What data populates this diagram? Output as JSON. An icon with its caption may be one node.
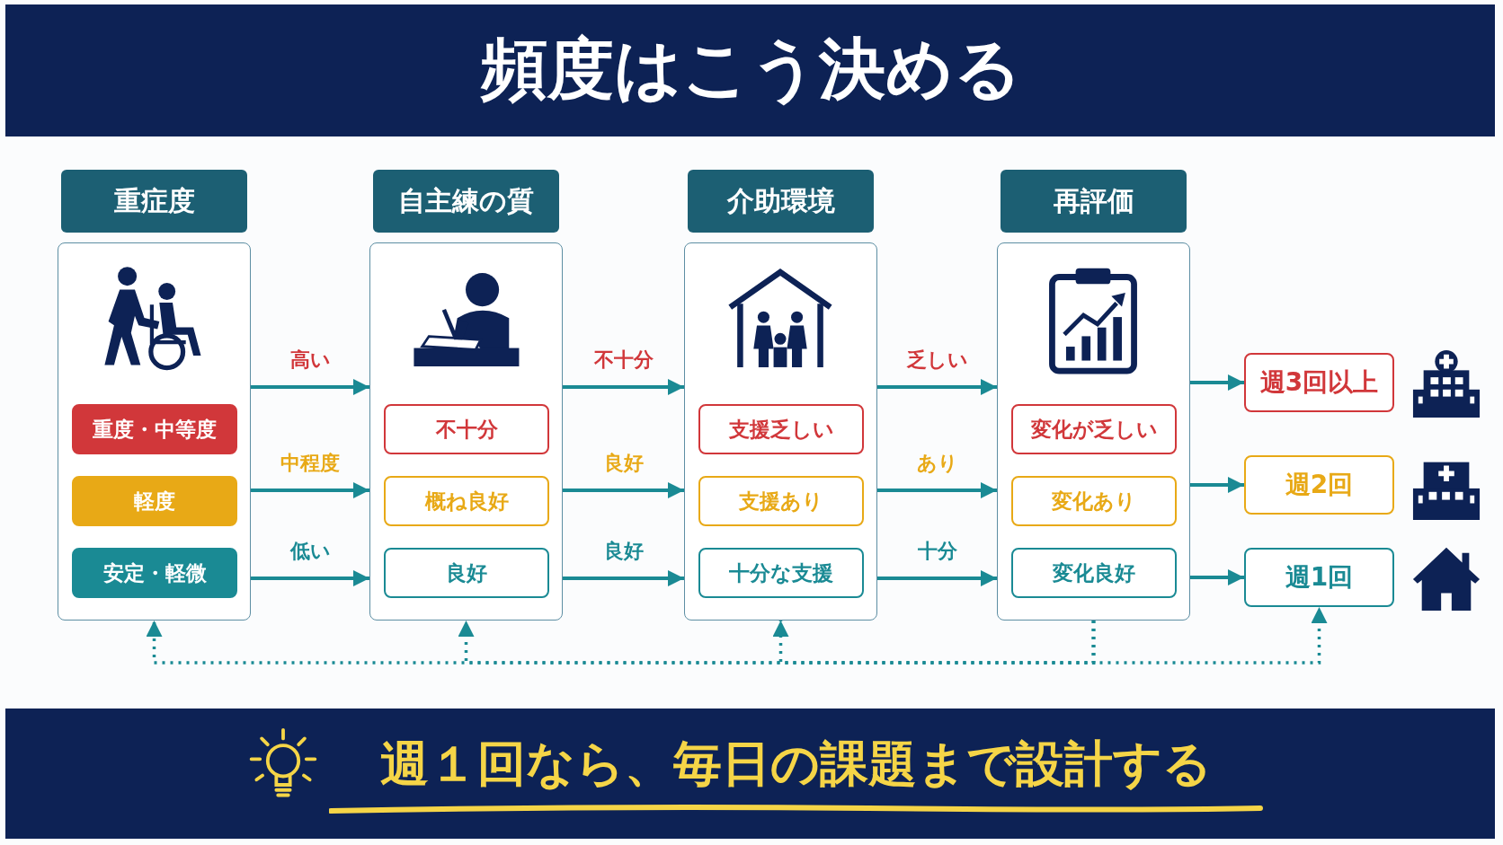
{
  "diagram": {
    "title": "頻度はこう決める",
    "caption": "週１回なら、毎日の課題まで設計する",
    "nodes": [
      {
        "text": [
          "重症度"
        ]
      },
      {
        "text": [
          "重度・中等度"
        ],
        "in": 0
      },
      {
        "text": [
          "軽度"
        ],
        "in": 0
      },
      {
        "text": [
          "安定・軽微"
        ],
        "in": 0
      },
      {
        "text": [
          "自主練の質"
        ]
      },
      {
        "text": [
          "不十分"
        ],
        "in": 4
      },
      {
        "text": [
          "概ね良好"
        ],
        "in": 4
      },
      {
        "text": [
          "良好"
        ],
        "in": 4
      },
      {
        "text": [
          "介助環境"
        ]
      },
      {
        "text": [
          "支援乏しい"
        ],
        "in": 8
      },
      {
        "text": [
          "支援あり"
        ],
        "in": 8
      },
      {
        "text": [
          "十分な支援"
        ],
        "in": 8
      },
      {
        "text": [
          "再評価"
        ]
      },
      {
        "text": [
          "変化が乏しい"
        ],
        "in": 12
      },
      {
        "text": [
          "変化あり"
        ],
        "in": 12
      },
      {
        "text": [
          "変化良好"
        ],
        "in": 12
      },
      {
        "text": [
          "週3回以上"
        ]
      },
      {
        "text": [
          "週2回"
        ]
      },
      {
        "text": [
          "週1回"
        ]
      }
    ],
    "edges": [
      {
        "from": 0,
        "to": 4,
        "arrow": "to",
        "label": "高い"
      },
      {
        "from": 0,
        "to": 4,
        "arrow": "to",
        "label": "中程度"
      },
      {
        "from": 0,
        "to": 4,
        "arrow": "to",
        "label": "低い"
      },
      {
        "from": 4,
        "to": 8,
        "arrow": "to",
        "label": "不十分"
      },
      {
        "from": 4,
        "to": 8,
        "arrow": "to",
        "label": "良好"
      },
      {
        "from": 4,
        "to": 8,
        "arrow": "to",
        "label": "良好"
      },
      {
        "from": 8,
        "to": 12,
        "arrow": "to",
        "label": "乏しい"
      },
      {
        "from": 8,
        "to": 12,
        "arrow": "to",
        "label": "あり"
      },
      {
        "from": 8,
        "to": 12,
        "arrow": "to",
        "label": "十分"
      },
      {
        "from": 12,
        "to": 16,
        "arrow": "to"
      },
      {
        "from": 12,
        "to": 17,
        "arrow": "to"
      },
      {
        "from": 12,
        "to": 18,
        "arrow": "to"
      },
      {
        "from": 12,
        "to": 0,
        "arrow": "to",
        "style": "dashed"
      },
      {
        "from": 12,
        "to": 4,
        "arrow": "to",
        "style": "dashed"
      },
      {
        "from": 12,
        "to": 8,
        "arrow": "to",
        "style": "dashed"
      },
      {
        "from": 12,
        "to": 18,
        "arrow": "to",
        "style": "dashed"
      }
    ]
  }
}
